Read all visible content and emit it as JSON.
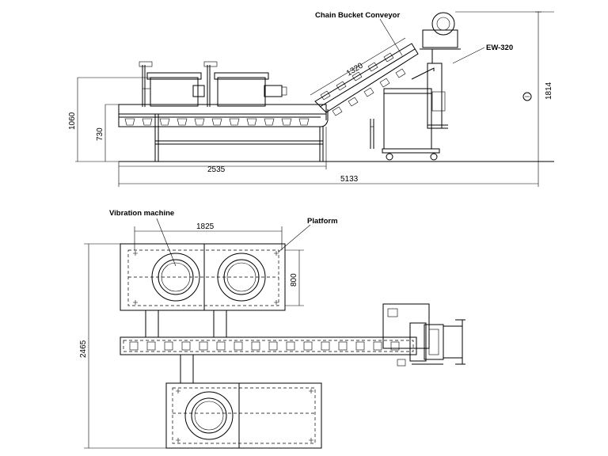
{
  "side_view": {
    "labels": {
      "conveyor": "Chain Bucket Conveyor",
      "machine": "EW-320"
    },
    "dimensions": {
      "conveyor_incline": "1320",
      "total_height": "1814",
      "platform_height": "1060",
      "belt_height": "730",
      "horizontal_length": "2535",
      "total_length": "5133"
    }
  },
  "top_view": {
    "labels": {
      "vibration": "Vibration machine",
      "platform": "Platform"
    },
    "dimensions": {
      "platform_length": "1825",
      "platform_width": "800",
      "total_width": "2465"
    }
  }
}
